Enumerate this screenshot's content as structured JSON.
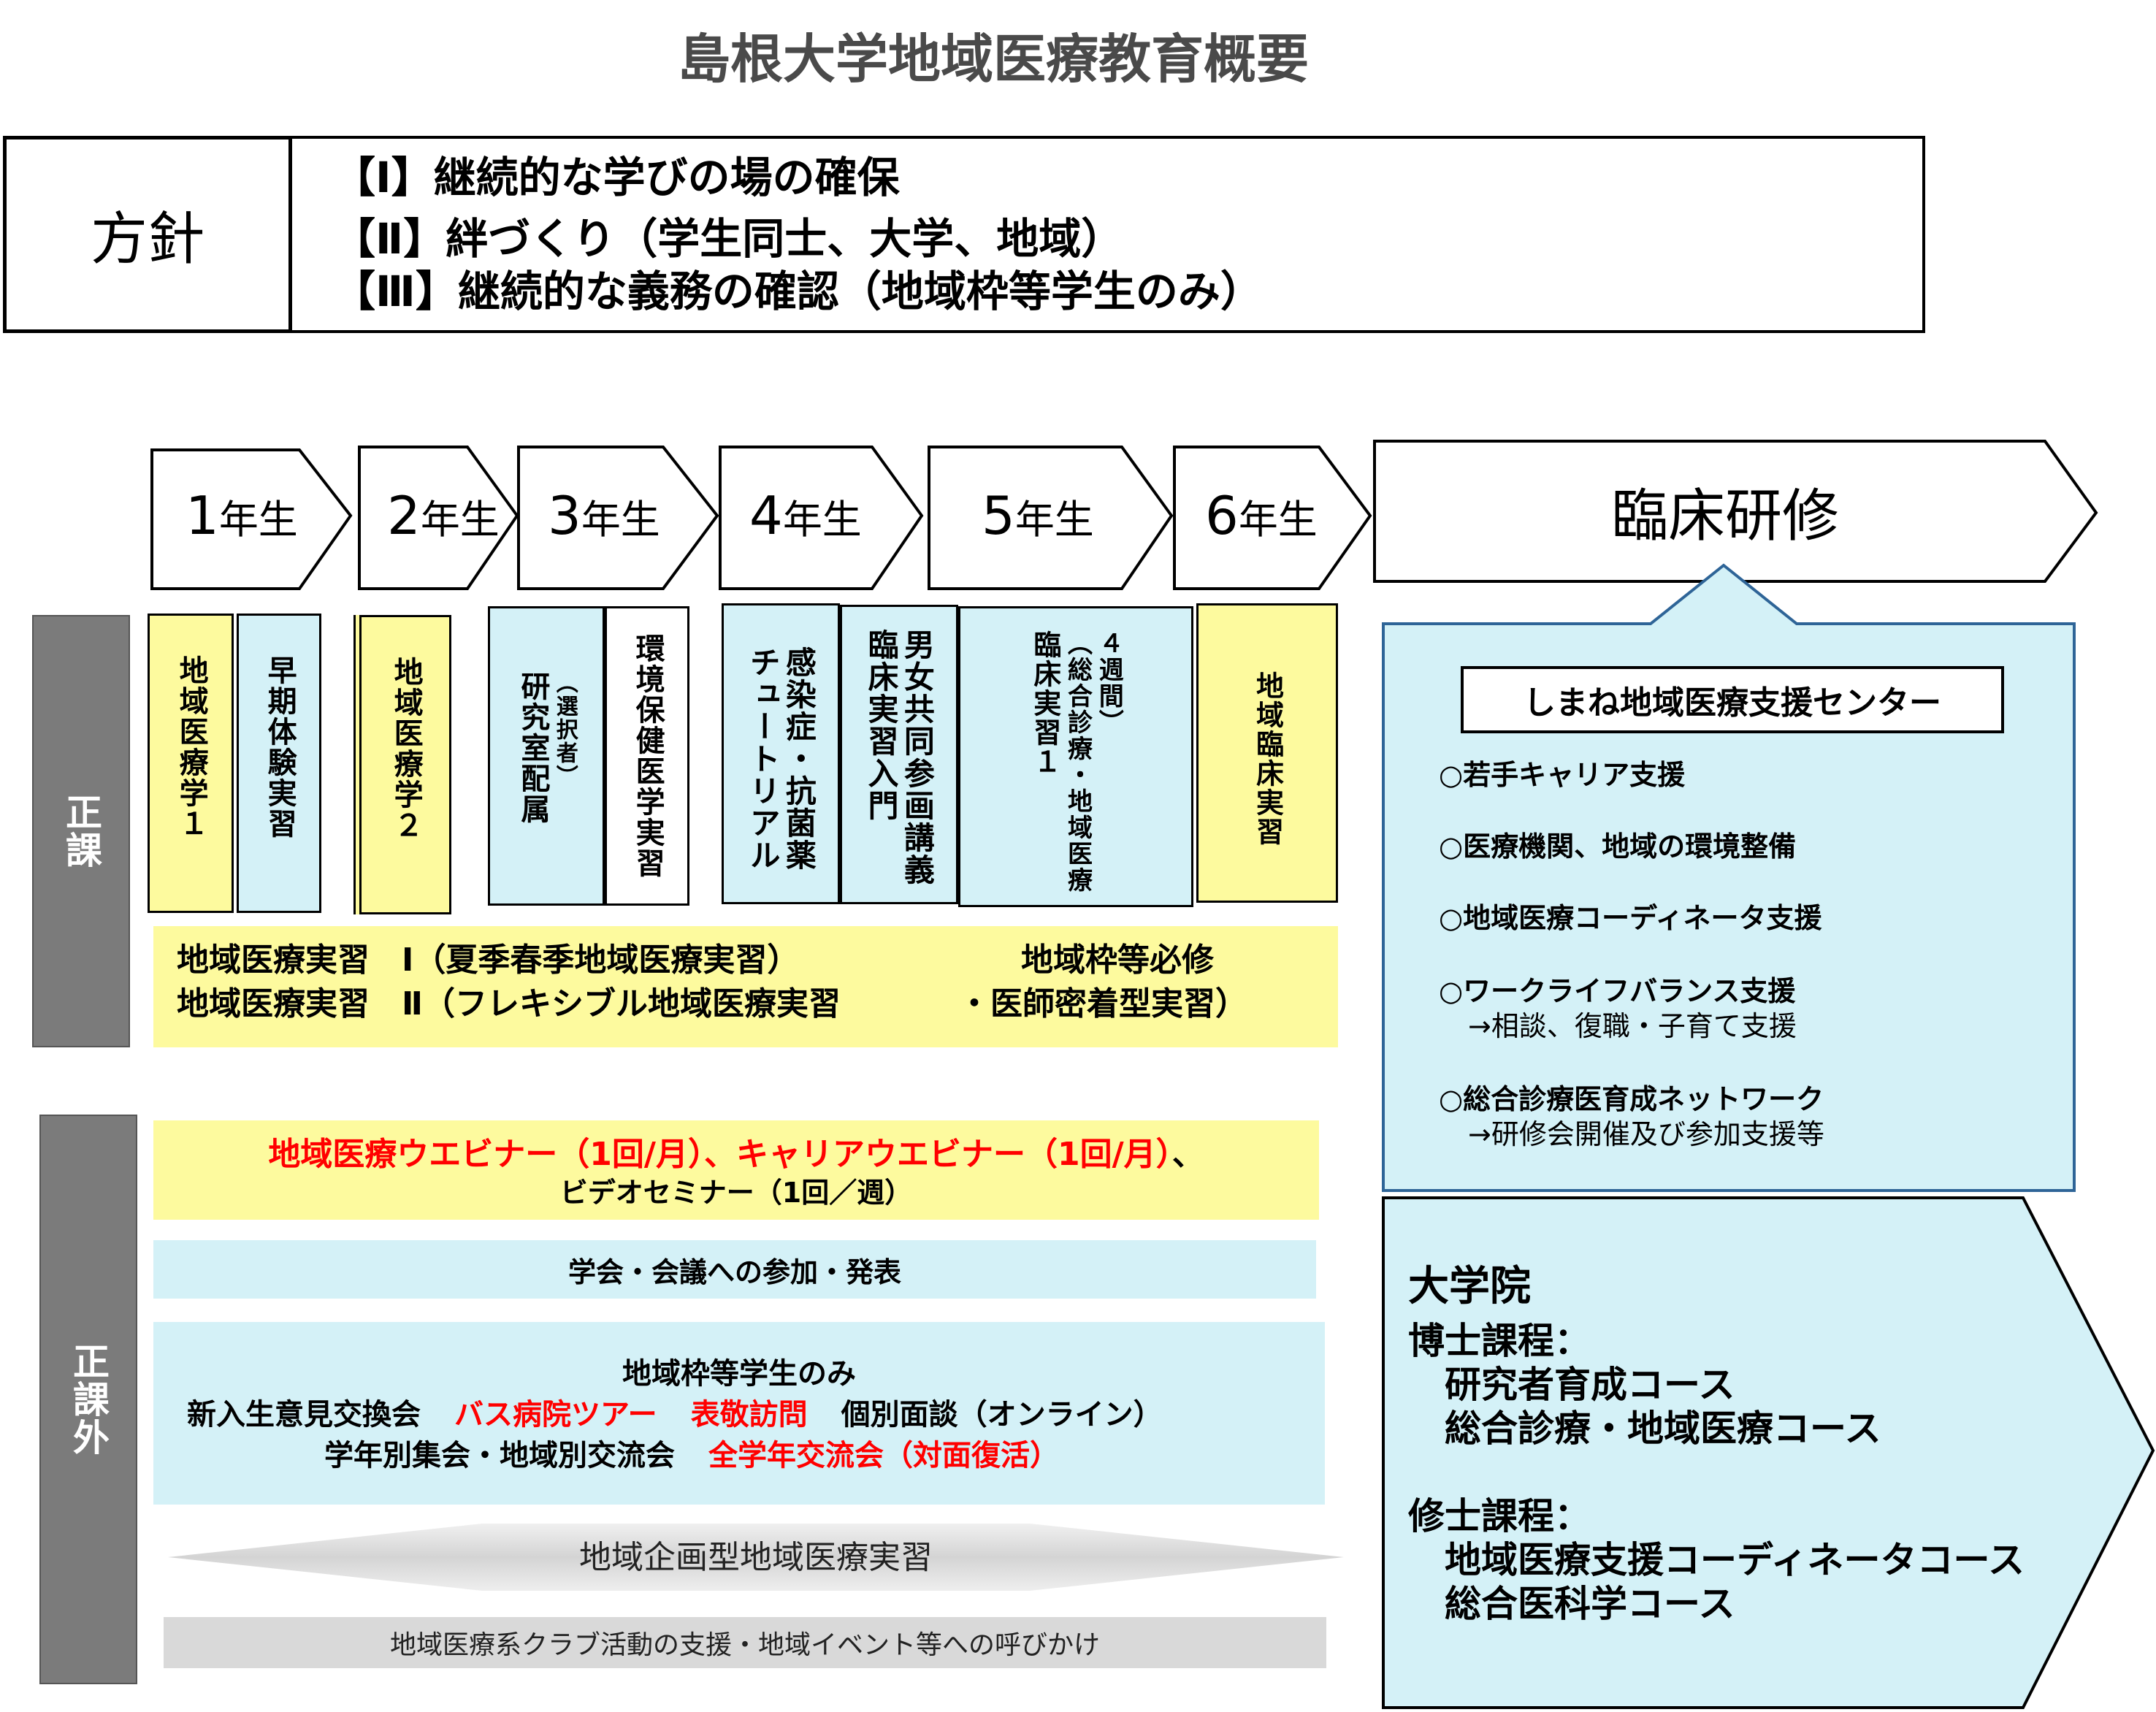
{
  "title": "島根大学地域医療教育概要",
  "policy": {
    "label": "方針",
    "items": [
      "【Ⅰ】継続的な学びの場の確保",
      "【Ⅱ】絆づくり（学生同士、大学、地域）",
      "【Ⅲ】継続的な義務の確認（地域枠等学生のみ）"
    ]
  },
  "years": [
    {
      "num": "1",
      "suffix": "年生"
    },
    {
      "num": "2",
      "suffix": "年生"
    },
    {
      "num": "3",
      "suffix": "年生"
    },
    {
      "num": "4",
      "suffix": "年生"
    },
    {
      "num": "5",
      "suffix": "年生"
    },
    {
      "num": "6",
      "suffix": "年生"
    }
  ],
  "residency": "臨床研修",
  "regular": {
    "label": "正課",
    "courses": [
      {
        "text": "地域医療学１"
      },
      {
        "text": "早期体験実習"
      },
      {
        "text": "地域医療学２"
      },
      {
        "text": "研究室配属",
        "note": "（選択者）"
      },
      {
        "text": "環境保健医学実習"
      },
      {
        "text": "チュートリアル",
        "text2": "感染症・抗菌薬"
      },
      {
        "text": "臨床実習入門",
        "text2": "男女共同参画講義"
      },
      {
        "text": "臨床実習１",
        "note": "（総合診療・地域医療",
        "note2": "４週間）"
      },
      {
        "text": "地域臨床実習"
      }
    ],
    "practice_line1": "地域医療実習　Ⅰ（夏季春季地域医療実習）",
    "practice_line2": "地域医療実習　Ⅱ（フレキシブル地域医療実習",
    "required_line1": "地域枠等必修",
    "required_line2": "・医師密着型実習）"
  },
  "extra": {
    "label": "正課外",
    "webinar_red": "地域医療ウエビナー（1回/月）、キャリアウエビナー（1回/月）",
    "webinar_tail": "、",
    "video_seminar": "ビデオセミナー（1回／週）",
    "conference": "学会・会議への参加・発表",
    "quota_title": "地域枠等学生のみ",
    "quota_row1": {
      "a": "新入生意見交換会",
      "b": "バス病院ツアー",
      "c": "表敬訪問",
      "d": "個別面談（オンライン）"
    },
    "quota_row2": {
      "a": "学年別集会・地域別交流会",
      "b": "全学年交流会（対面復活）"
    },
    "regional_practice": "地域企画型地域医療実習",
    "club_support": "地域医療系クラブ活動の支援・地域イベント等への呼びかけ"
  },
  "center": {
    "name": "しまね地域医療支援センター",
    "items": [
      {
        "main": "○若手キャリア支援"
      },
      {
        "main": "○医療機関、地域の環境整備"
      },
      {
        "main": "○地域医療コーディネータ支援"
      },
      {
        "main": "○ワークライフバランス支援",
        "sub": "→相談、復職・子育て支援"
      },
      {
        "main": "○総合診療医育成ネットワーク",
        "sub": "→研修会開催及び参加支援等"
      }
    ]
  },
  "graduate": {
    "title": "大学院",
    "doctoral": "博士課程：",
    "doctoral_courses": [
      "研究者育成コース",
      "総合診療・地域医療コース"
    ],
    "master": "修士課程：",
    "master_courses": [
      "地域医療支援コーディネータコース",
      "総合医科学コース"
    ]
  },
  "colors": {
    "yellow": "#fdfa9e",
    "cyan": "#d4f1f7",
    "gray": "#7b7b7b",
    "red": "#ff0000",
    "title": "#4a4a4a"
  }
}
